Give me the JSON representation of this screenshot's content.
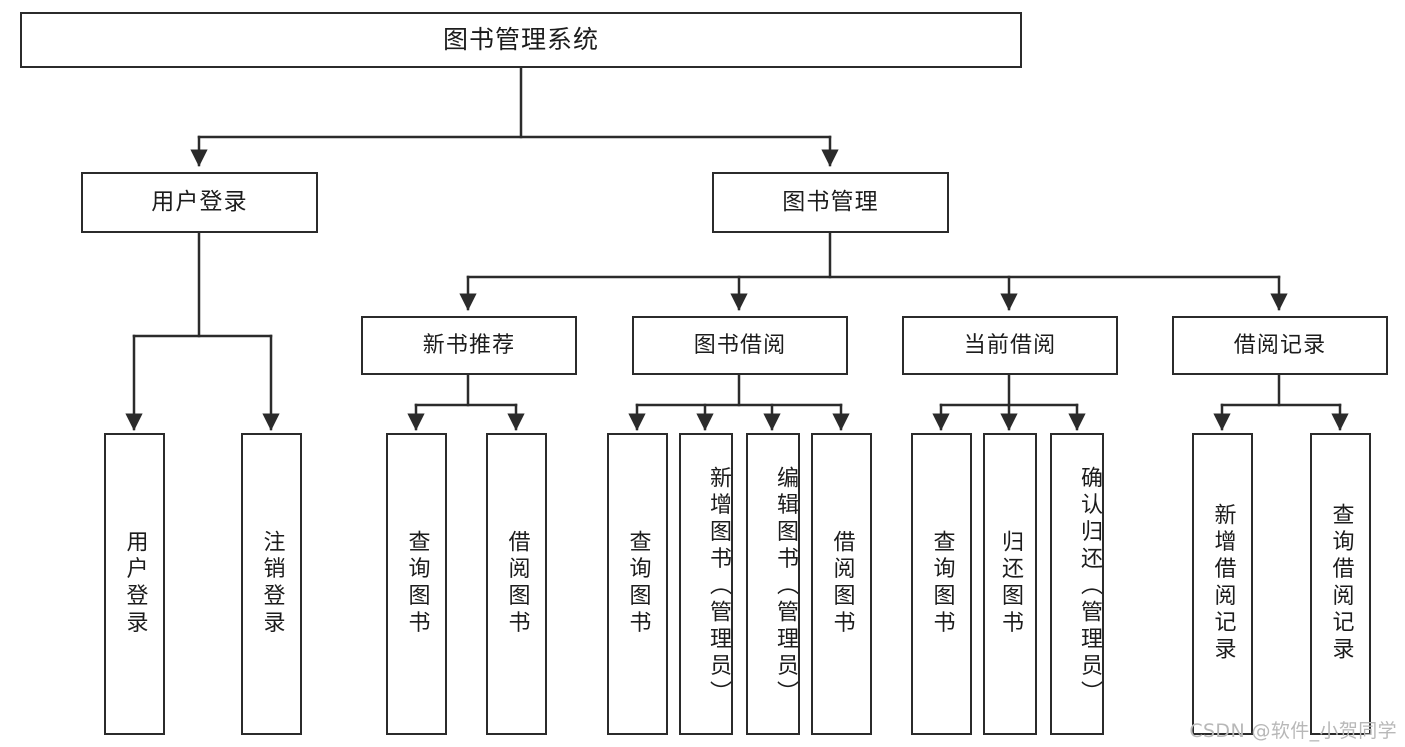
{
  "diagram": {
    "title": "图书管理系统",
    "watermark": "CSDN @软件_小贺同学",
    "colors": {
      "background": "#ffffff",
      "stroke": "#2b2b2b",
      "text": "#1c1c1c",
      "watermark": "#b8b8b8"
    },
    "root": {
      "label": "图书管理系统"
    },
    "level2": [
      {
        "label": "用户登录"
      },
      {
        "label": "图书管理"
      }
    ],
    "level3": [
      {
        "label": "新书推荐"
      },
      {
        "label": "图书借阅"
      },
      {
        "label": "当前借阅"
      },
      {
        "label": "借阅记录"
      }
    ],
    "leaves": {
      "user_login": [
        {
          "label": "用户登录"
        },
        {
          "label": "注销登录"
        }
      ],
      "new_book_recommend": [
        {
          "label": "查询图书"
        },
        {
          "label": "借阅图书"
        }
      ],
      "book_borrow": [
        {
          "label": "查询图书"
        },
        {
          "label": "新增图书（管理员）"
        },
        {
          "label": "编辑图书（管理员）"
        },
        {
          "label": "借阅图书"
        }
      ],
      "current_borrow": [
        {
          "label": "查询图书"
        },
        {
          "label": "归还图书"
        },
        {
          "label": "确认归还（管理员）"
        }
      ],
      "borrow_record": [
        {
          "label": "新增借阅记录"
        },
        {
          "label": "查询借阅记录"
        }
      ]
    }
  }
}
